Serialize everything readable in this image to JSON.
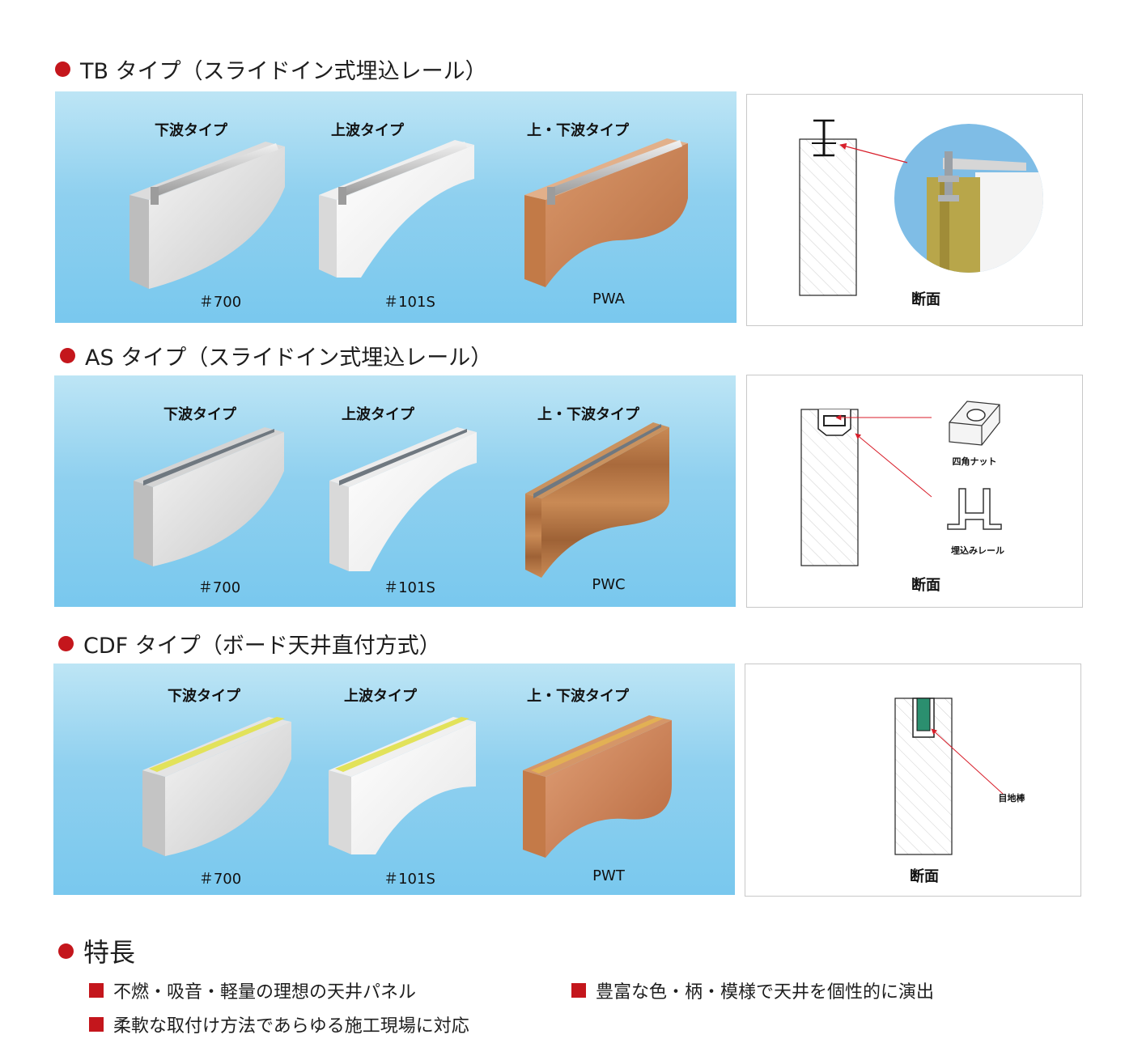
{
  "sections": [
    {
      "heading": "TB タイプ（スライドイン式埋込レール）",
      "products": [
        {
          "label": "下波タイプ",
          "code": "＃700"
        },
        {
          "label": "上波タイプ",
          "code": "＃101S"
        },
        {
          "label": "上・下波タイプ",
          "code": "PWA"
        }
      ],
      "diagram_caption": "断面"
    },
    {
      "heading": "AS タイプ（スライドイン式埋込レール）",
      "products": [
        {
          "label": "下波タイプ",
          "code": "＃700"
        },
        {
          "label": "上波タイプ",
          "code": "＃101S"
        },
        {
          "label": "上・下波タイプ",
          "code": "PWC"
        }
      ],
      "diagram_caption": "断面",
      "callouts": [
        "四角ナット",
        "埋込みレール"
      ]
    },
    {
      "heading": "CDF タイプ（ボード天井直付方式）",
      "products": [
        {
          "label": "下波タイプ",
          "code": "＃700"
        },
        {
          "label": "上波タイプ",
          "code": "＃101S"
        },
        {
          "label": "上・下波タイプ",
          "code": "PWT"
        }
      ],
      "diagram_caption": "断面",
      "callouts": [
        "目地棒"
      ]
    }
  ],
  "features": {
    "heading": "特長",
    "items": [
      "不燃・吸音・軽量の理想の天井パネル",
      "豊富な色・柄・模様で天井を個性的に演出",
      "柔軟な取付け方法であらゆる施工現場に対応"
    ]
  },
  "colors": {
    "accent": "#c4161c",
    "panel_blue": "#7fcbee"
  }
}
